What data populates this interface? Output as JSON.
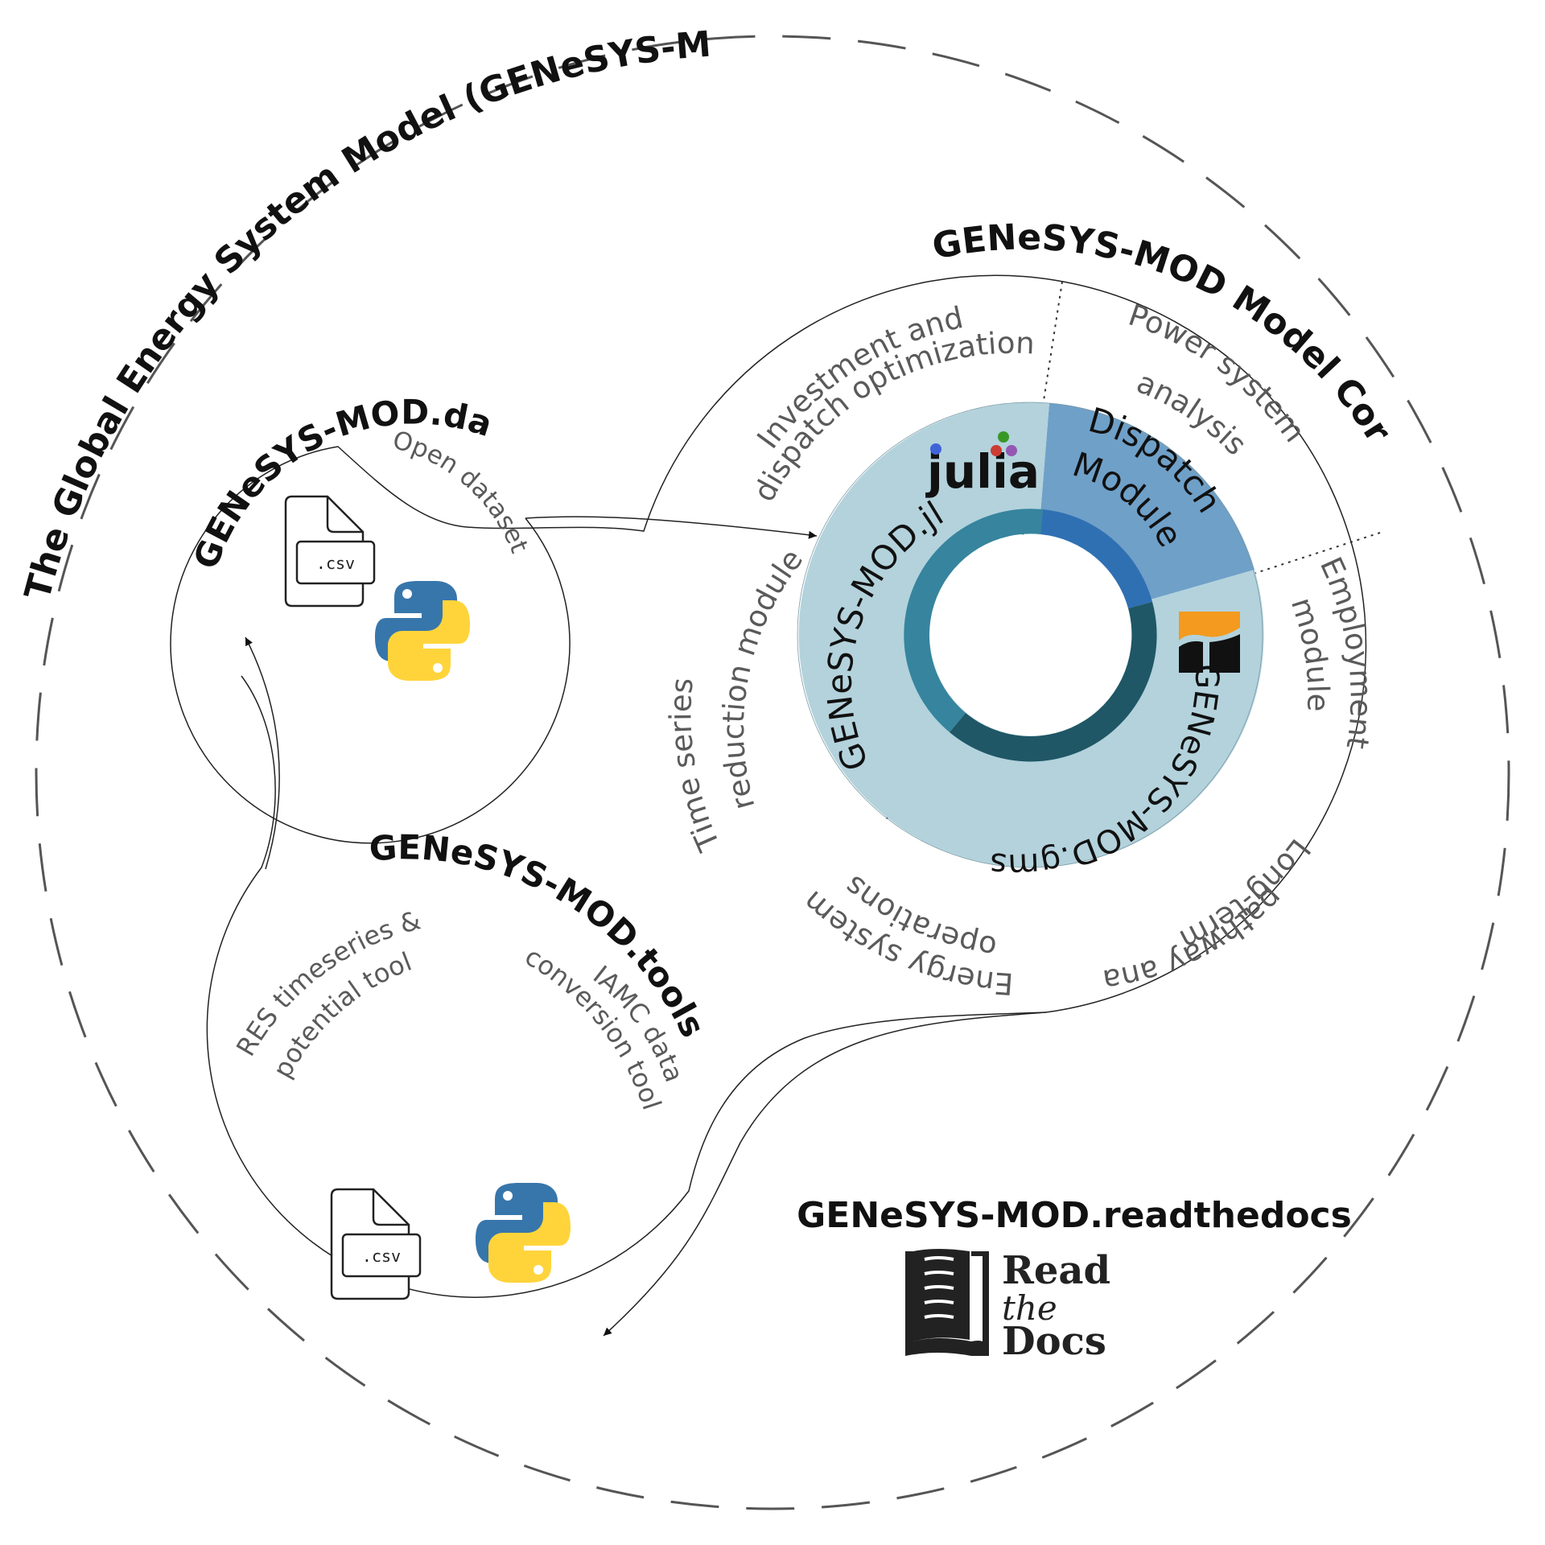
{
  "outer": {
    "title": "The Global Energy System Model (GENeSYS-MOD)"
  },
  "data_module": {
    "title": "GENeSYS-MOD.data",
    "caption": "Open dataset",
    "file_label": ".csv"
  },
  "tools_module": {
    "title": "GENeSYS-MOD.tools",
    "res_line1": "RES timeseries &",
    "res_line2": "potential tool",
    "iamc_line1": "IAMC data",
    "iamc_line2": "conversion tool",
    "file_label": ".csv"
  },
  "core": {
    "title": "GENeSYS-MOD Model Core",
    "investment_line1": "Investment and",
    "investment_line2": "dispatch optimization",
    "power_line1": "Power system",
    "power_line2": "analysis",
    "employment_line1": "Employment",
    "employment_line2": "module",
    "longterm_line1": "Long-term",
    "longterm_line2": "pathway analysis",
    "energy_line1": "Energy system",
    "energy_line2": "operations",
    "timeseries_line1": "Time series",
    "timeseries_line2": "reduction module",
    "julia_segment": "GENeSYS-MOD.jl",
    "dispatch_line1": "Dispatch",
    "dispatch_line2": "Module",
    "gams_segment": "GENeSYS-MOD.gms",
    "julia_logo_text": "julia"
  },
  "docs": {
    "title": "GENeSYS-MOD.readthedocs",
    "logo_line1": "Read",
    "logo_line2": "the",
    "logo_line3": "Docs"
  },
  "colors": {
    "ring_light": "#b3d2dc",
    "dispatch_outer": "#6fa0c8",
    "jl_inner": "#36849e",
    "dispatch_inner": "#2f70b3",
    "gms_inner": "#1f5766",
    "gams_orange": "#f39a1f",
    "julia_red": "#cb3c33",
    "julia_green": "#389826",
    "julia_purple": "#9558b2",
    "julia_blue": "#4063d8",
    "python_blue": "#3776ab",
    "python_yellow": "#ffd43b"
  },
  "icons": [
    "csv-file-icon",
    "python-logo-icon",
    "julia-logo-icon",
    "gams-logo-icon",
    "read-the-docs-logo-icon"
  ]
}
